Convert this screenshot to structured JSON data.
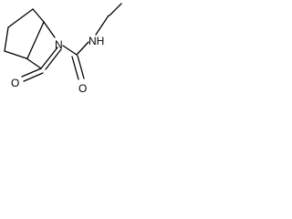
{
  "structure": {
    "atoms": {
      "ring_nitrogen": "N",
      "amide_nitrogen": "NH",
      "ring_ketone_oxygen": "O",
      "amide_oxygen": "O"
    }
  }
}
